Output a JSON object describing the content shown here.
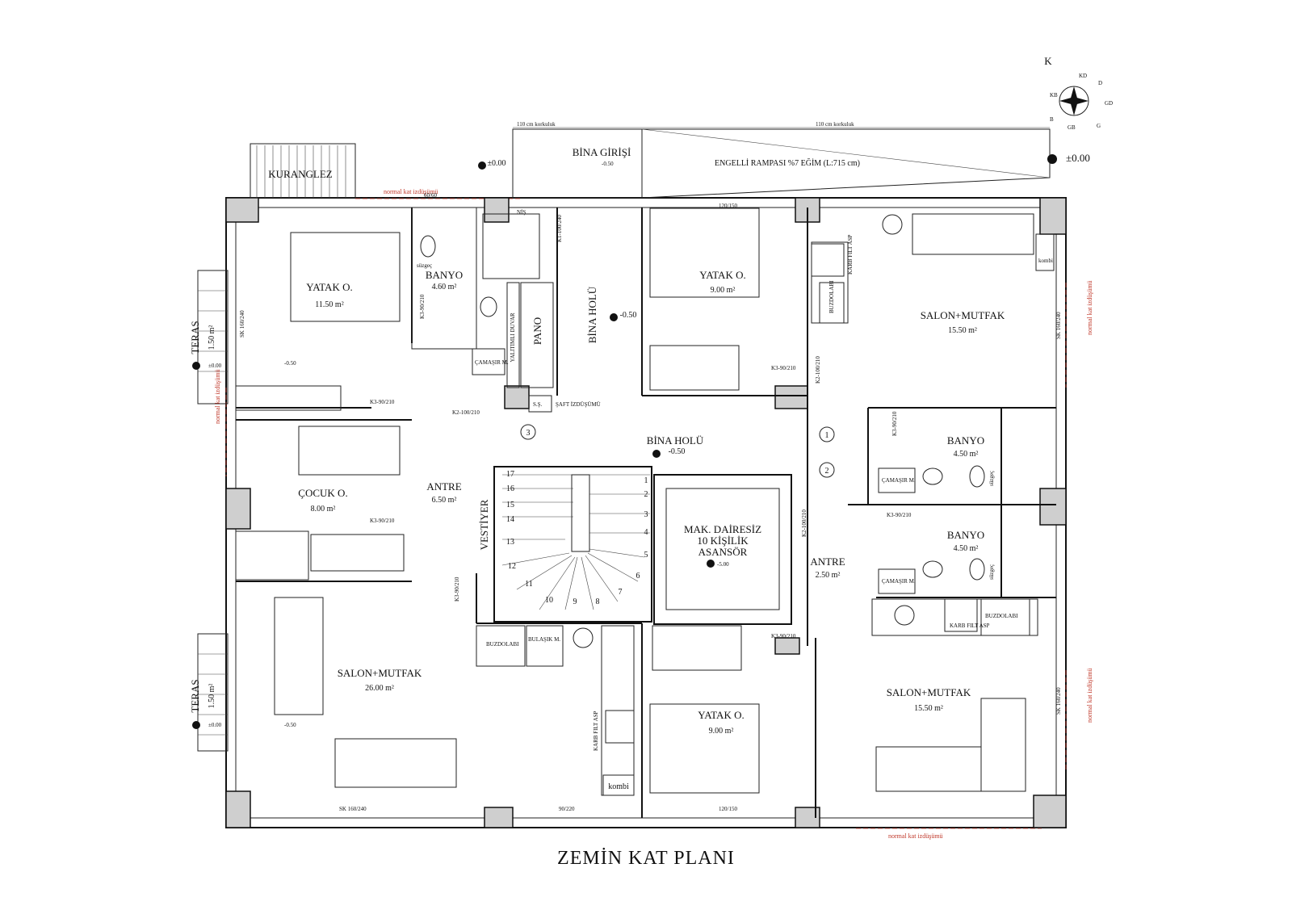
{
  "title": "ZEMİN KAT PLANI",
  "rooms": [
    {
      "name": "YATAK O.",
      "area": "11.50 m²"
    },
    {
      "name": "BANYO",
      "area": "4.60 m²"
    },
    {
      "name": "YATAK O.",
      "area": "9.00 m²"
    },
    {
      "name": "SALON+MUTFAK",
      "area": "15.50 m²"
    },
    {
      "name": "ÇOCUK O.",
      "area": "8.00 m²"
    },
    {
      "name": "ANTRE",
      "area": "6.50 m²"
    },
    {
      "name": "BANYO",
      "area": "4.50 m²"
    },
    {
      "name": "BANYO",
      "area": "4.50 m²"
    },
    {
      "name": "SALON+MUTFAK",
      "area": "26.00 m²"
    },
    {
      "name": "YATAK O.",
      "area": "9.00 m²"
    },
    {
      "name": "SALON+MUTFAK",
      "area": "15.50 m²"
    },
    {
      "name": "ANTRE",
      "area": "2.50 m²"
    }
  ],
  "labels": {
    "kuranglez": "KURANGLEZ",
    "bina_girisi": "BİNA GİRİŞİ",
    "rampa": "ENGELLİ RAMPASI %7 EĞİM (L:715 cm)",
    "korkuluk": "110 cm korkuluk",
    "bina_holu": "BİNA HOLÜ",
    "pano": "PANO",
    "yalitimli": "YALITIMLI DUVAR",
    "vestiyer": "VESTİYER",
    "asansor_1": "MAK. DAİRESİZ",
    "asansor_2": "10 KİŞİLİK",
    "asansor_3": "ASANSÖR",
    "teras": "TERAS",
    "teras_area": "1.50 m²",
    "kombi": "kombi",
    "buzdolabi": "BUZDOLABI",
    "bulasik": "BULAŞIK M.",
    "camasir": "ÇAMAŞIR M.",
    "suzgec": "süzgeç",
    "nis": "NİŞ",
    "karb": "KARB FILT ASP",
    "ss": "S.Ş.",
    "saft": "ŞAFT İZDÜŞÜMÜ",
    "normal_kat": "normal kat izdüşümü",
    "level_0": "±0.00",
    "level_050": "-0.50",
    "level_500": "-5.00",
    "north": "K"
  },
  "door_labels": {
    "k1": "K1-100/240",
    "k2_100": "K2-100/210",
    "k3": "K3-90/210",
    "sk": "SK 160/240",
    "w120": "120/150",
    "w9022": "90/220",
    "w6060": "60/60"
  },
  "compass": [
    "KD",
    "D",
    "GD",
    "G",
    "GB",
    "B",
    "KB"
  ],
  "stairs": [
    "1",
    "2",
    "3",
    "4",
    "5",
    "6",
    "7",
    "8",
    "9",
    "10",
    "11",
    "12",
    "13",
    "14",
    "15",
    "16",
    "17"
  ],
  "circles": [
    "1",
    "2",
    "3"
  ]
}
